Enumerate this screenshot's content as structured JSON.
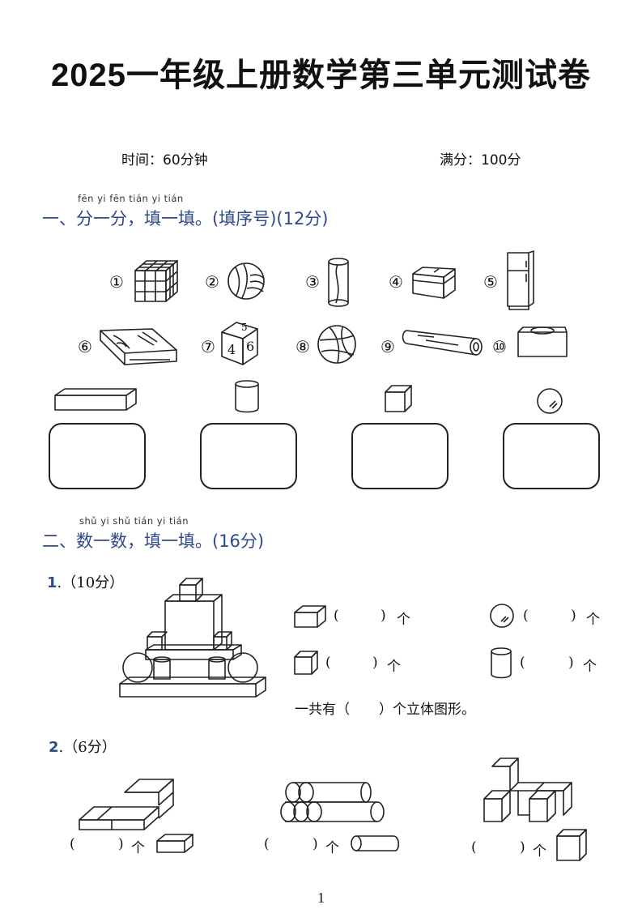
{
  "header": {
    "title": "2025一年级上册数学第三单元测试卷",
    "time_label": "时间：60分钟",
    "score_label": "满分：100分"
  },
  "section1": {
    "pinyin": "fēn yi fēn   tián yi tián",
    "heading": "一、分一分，填一填。(填序号)(12分)",
    "items": [
      {
        "num": "①",
        "icon": "rubiks-cube-icon"
      },
      {
        "num": "②",
        "icon": "volleyball-icon"
      },
      {
        "num": "③",
        "icon": "soda-can-icon"
      },
      {
        "num": "④",
        "icon": "tin-box-icon"
      },
      {
        "num": "⑤",
        "icon": "refrigerator-icon"
      },
      {
        "num": "⑥",
        "icon": "gift-box-icon"
      },
      {
        "num": "⑦",
        "icon": "dice-icon",
        "dice_faces": [
          "5",
          "4",
          "6"
        ]
      },
      {
        "num": "⑧",
        "icon": "basketball-icon"
      },
      {
        "num": "⑨",
        "icon": "log-icon"
      },
      {
        "num": "⑩",
        "icon": "tissue-box-icon"
      }
    ],
    "categories": [
      {
        "icon": "cuboid-icon"
      },
      {
        "icon": "cylinder-icon"
      },
      {
        "icon": "cube-icon"
      },
      {
        "icon": "sphere-icon"
      }
    ]
  },
  "section2": {
    "pinyin": "shǔ yi shǔ   tián yi tián",
    "heading": "二、数一数，填一填。(16分)",
    "q1": {
      "num": "1",
      "points": ".（10分）",
      "rows": [
        {
          "icon": "cuboid-icon",
          "open": "(",
          "close": ")",
          "unit": "个"
        },
        {
          "icon": "sphere-icon",
          "open": "(",
          "close": ")",
          "unit": "个"
        },
        {
          "icon": "cube-icon",
          "open": "(",
          "close": ")",
          "unit": "个"
        },
        {
          "icon": "cylinder-icon",
          "open": "(",
          "close": ")",
          "unit": "个"
        }
      ],
      "total": {
        "prefix": "一共有（",
        "suffix": "）个立体图形。"
      }
    },
    "q2": {
      "num": "2",
      "points": ".（6分）",
      "items": [
        {
          "open": "(",
          "close": ")",
          "unit": "个",
          "icon": "cuboid-icon"
        },
        {
          "open": "(",
          "close": ")",
          "unit": "个",
          "icon": "cylinder-icon"
        },
        {
          "open": "(",
          "close": ")",
          "unit": "个",
          "icon": "cube-icon"
        }
      ]
    }
  },
  "footer": {
    "page_number": "1"
  }
}
